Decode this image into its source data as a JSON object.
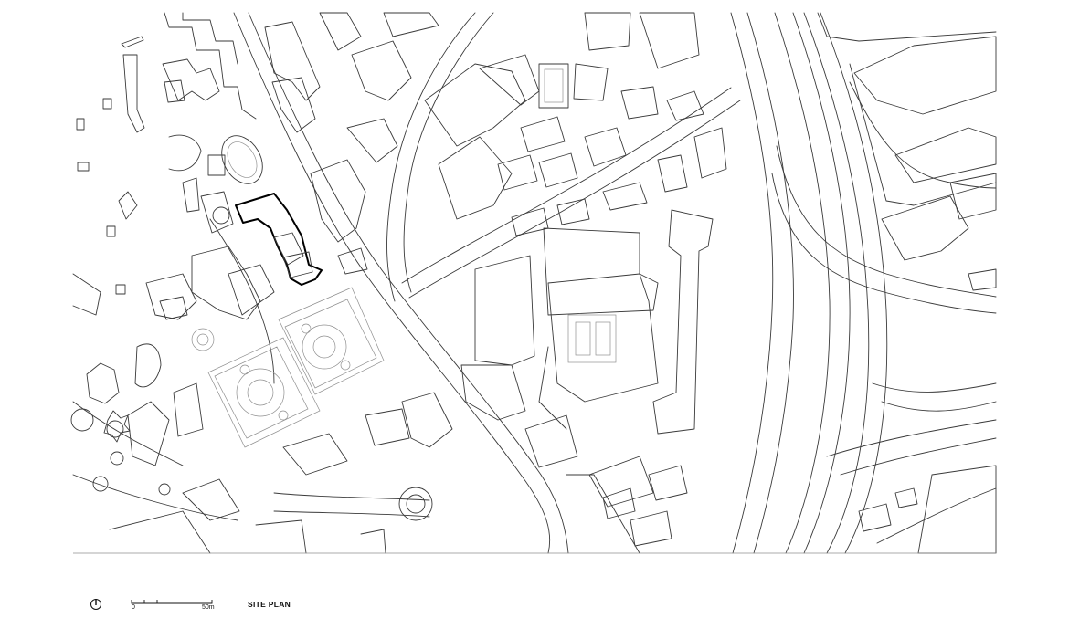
{
  "plan": {
    "title": "SITE PLAN",
    "scale_bar": {
      "start_label": "0",
      "end_label": "50m"
    },
    "north_icon": "north-arrow-icon",
    "colors": {
      "linework": "#3a3a3a",
      "landscape": "#8f8f8f",
      "site_outline": "#000000"
    }
  }
}
